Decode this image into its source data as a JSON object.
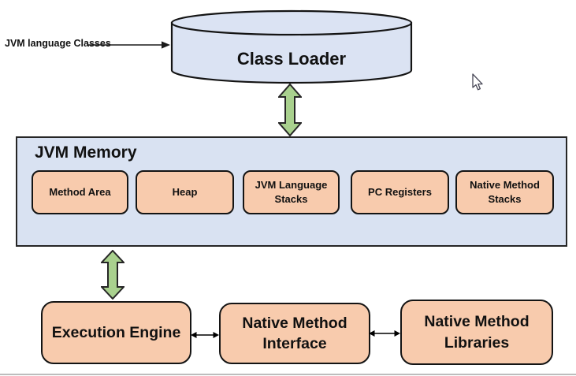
{
  "labels": {
    "input": "JVM language Classes",
    "class_loader": "Class Loader",
    "memory_title": "JVM Memory"
  },
  "memory_components": [
    "Method Area",
    "Heap",
    "JVM Language Stacks",
    "PC Registers",
    "Native Method Stacks"
  ],
  "bottom_nodes": [
    "Execution Engine",
    "Native Method Interface",
    "Native Method Libraries"
  ],
  "icons": {
    "input_arrow": "right-arrow",
    "vertical_links": "bidirectional-vertical-arrow",
    "horizontal_links": "bidirectional-horizontal-arrow",
    "cursor": "mouse-pointer"
  },
  "colors": {
    "container_fill": "#d9e2f2",
    "cylinder_fill": "#dbe3f3",
    "node_fill": "#f8cbad",
    "green_arrow": "#a9d18e",
    "outline": "#141414"
  }
}
